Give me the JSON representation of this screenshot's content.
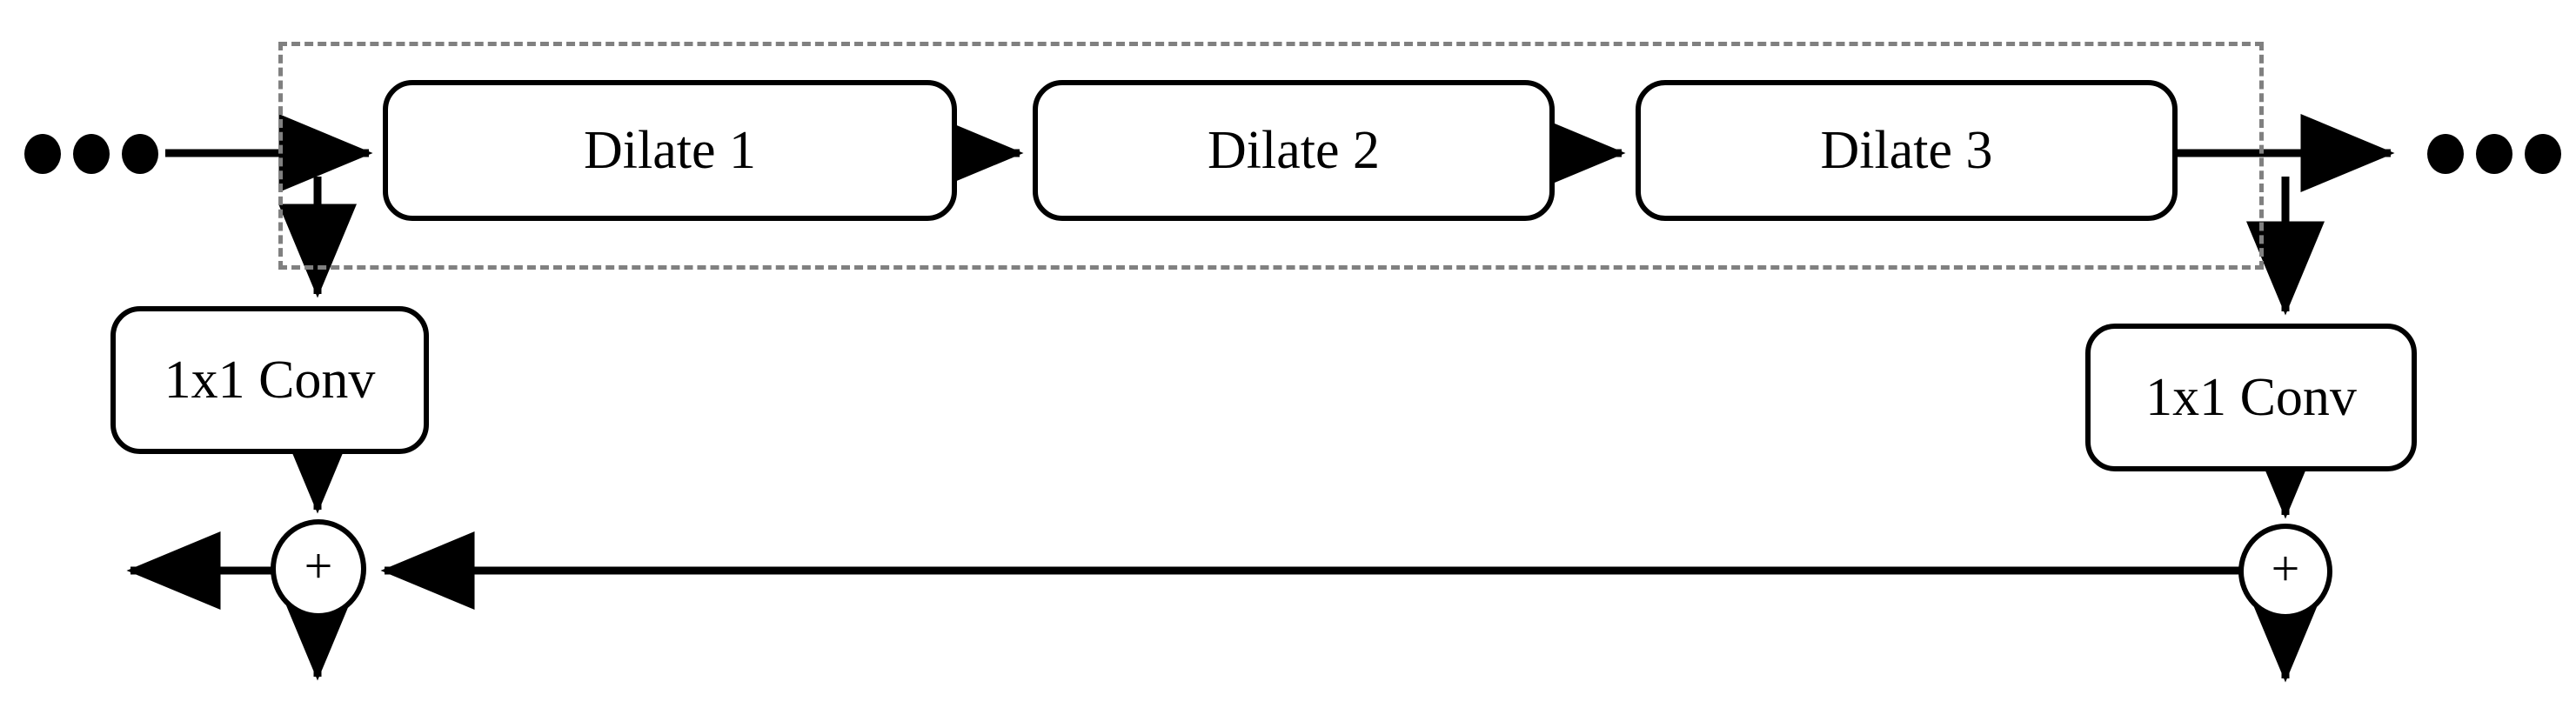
{
  "diagram": {
    "title": "Dilated convolution residual block",
    "background_color": "#ffffff",
    "stroke_color": "#000000",
    "dashed_group_color": "#808080"
  },
  "dashed_group": {
    "label": "dilation-stack-group",
    "style": "dashed"
  },
  "dilate_blocks": [
    {
      "label": "Dilate 1"
    },
    {
      "label": "Dilate 2"
    },
    {
      "label": "Dilate 3"
    }
  ],
  "conv_blocks": [
    {
      "label": "1x1 Conv",
      "side": "left"
    },
    {
      "label": "1x1 Conv",
      "side": "right"
    }
  ],
  "adders": [
    {
      "label": "+",
      "side": "left"
    },
    {
      "label": "+",
      "side": "right"
    }
  ],
  "ellipses": [
    {
      "label": "•••",
      "side": "left"
    },
    {
      "label": "•••",
      "side": "right"
    }
  ],
  "connections": [
    {
      "from": "input-ellipsis",
      "to": "Dilate 1",
      "type": "arrow-right"
    },
    {
      "from": "Dilate 1",
      "to": "Dilate 2",
      "type": "arrow-right"
    },
    {
      "from": "Dilate 2",
      "to": "Dilate 3",
      "type": "arrow-right"
    },
    {
      "from": "Dilate 3",
      "to": "output-ellipsis",
      "type": "arrow-right"
    },
    {
      "from": "input-branch",
      "to": "1x1 Conv (left)",
      "type": "arrow-down"
    },
    {
      "from": "output-branch",
      "to": "1x1 Conv (right)",
      "type": "arrow-down"
    },
    {
      "from": "1x1 Conv (left)",
      "to": "+ (left)",
      "type": "arrow-down"
    },
    {
      "from": "1x1 Conv (right)",
      "to": "+ (right)",
      "type": "arrow-down"
    },
    {
      "from": "+ (right)",
      "to": "+ (left)",
      "type": "arrow-left"
    },
    {
      "from": "+ (left)",
      "to": "skip-output-left",
      "type": "arrow-left"
    },
    {
      "from": "+ (left)",
      "to": "down-output-left",
      "type": "arrow-down"
    },
    {
      "from": "+ (right)",
      "to": "down-output-right",
      "type": "arrow-down"
    }
  ]
}
